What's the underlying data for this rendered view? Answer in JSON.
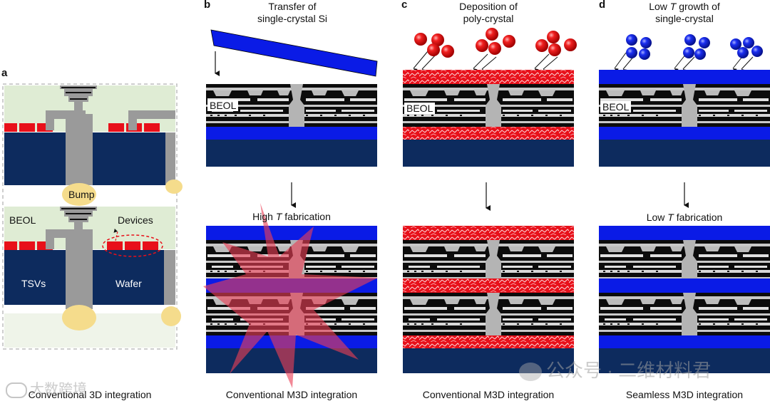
{
  "panels": {
    "a": {
      "letter": "a",
      "labels": {
        "bump": "Bump",
        "beol": "BEOL",
        "devices": "Devices",
        "tsvs": "TSVs",
        "wafer": "Wafer"
      },
      "caption": "Conventional 3D integration"
    },
    "b": {
      "letter": "b",
      "title_line1": "Transfer of",
      "title_line2": "single-crystal Si",
      "beol": "BEOL",
      "step_prefix": "High ",
      "step_t": "T",
      "step_suffix": " fabrication",
      "caption": "Conventional M3D integration"
    },
    "c": {
      "letter": "c",
      "title_line1": "Deposition of",
      "title_line2": "poly-crystal",
      "beol": "BEOL",
      "caption": "Conventional M3D integration"
    },
    "d": {
      "letter": "d",
      "title_line1_prefix": "Low ",
      "title_line1_t": "T",
      "title_line1_suffix": " growth of",
      "title_line2": "single-crystal",
      "beol": "BEOL",
      "step_prefix": "Low ",
      "step_t": "T",
      "step_suffix": " fabrication",
      "caption": "Seamless M3D integration"
    }
  },
  "watermarks": {
    "left": "大数跨境",
    "right": "公众号 · 二维材料君"
  },
  "colors": {
    "navy": "#0d2b5e",
    "blue": "#0a1be6",
    "red": "#e8101a",
    "gray": "#9a9a9a",
    "beol_bg": "#dfecd4",
    "bump": "#f5dc8c",
    "black": "#0c0c0c"
  }
}
